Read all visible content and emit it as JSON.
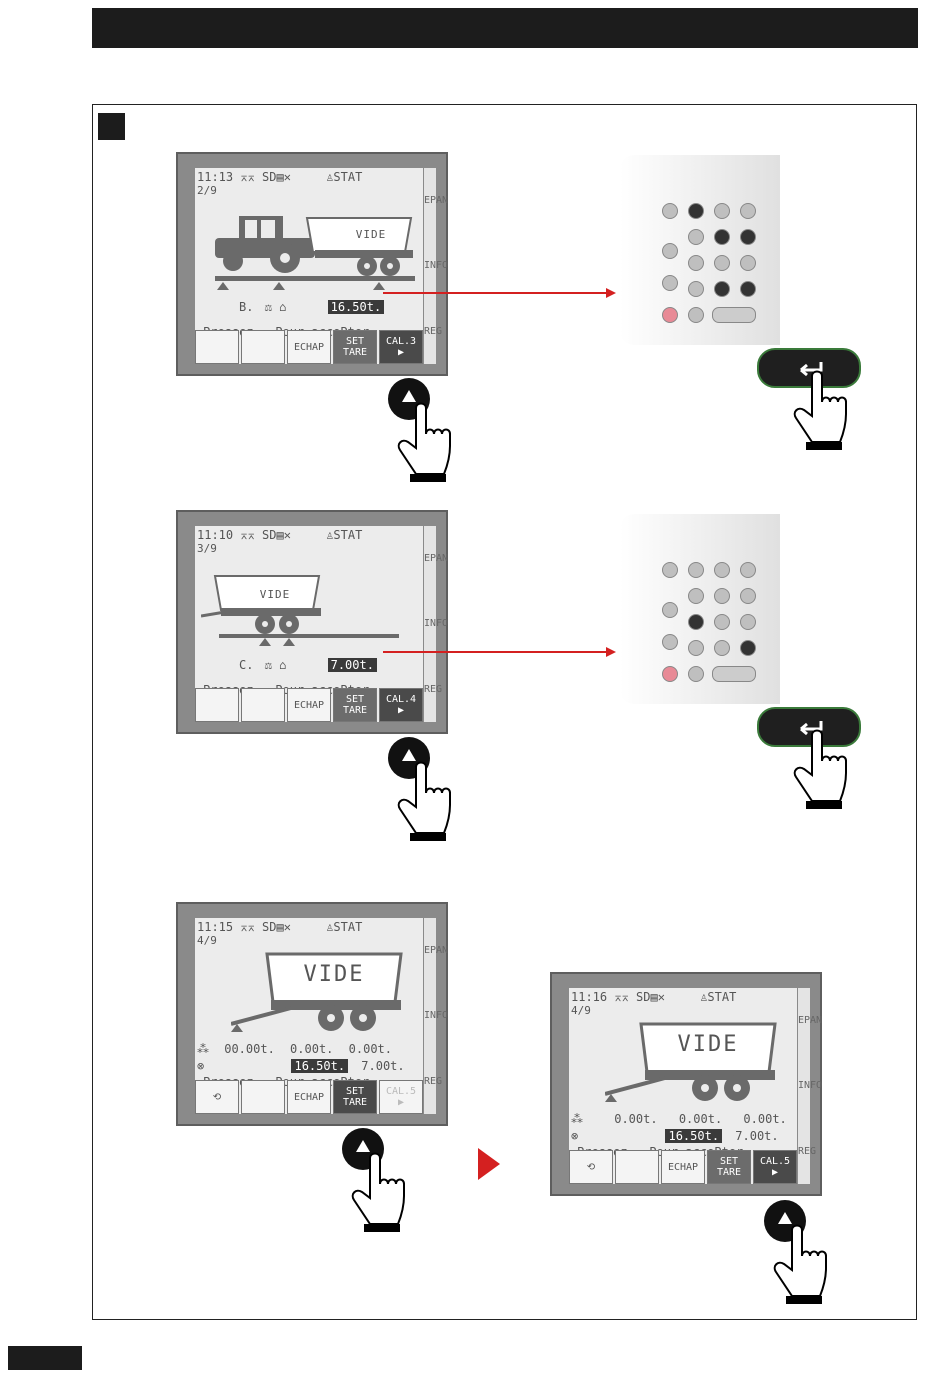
{
  "panels": [
    {
      "time": "11:13",
      "status": "SD",
      "stat": "STAT",
      "step": "2/9",
      "vide": "VIDE",
      "prefix": "B.",
      "value": "16.50t.",
      "prompt": "Pressez ↵ Pour accePter",
      "buttons": [
        "",
        "",
        "ECHAP",
        "SET TARE",
        "CAL.3 ▶"
      ]
    },
    {
      "time": "11:10",
      "status": "SD",
      "stat": "STAT",
      "step": "3/9",
      "vide": "VIDE",
      "prefix": "C.",
      "value": "7.00t.",
      "prompt": "Pressez ↵ Pour accePter",
      "buttons": [
        "",
        "",
        "ECHAP",
        "SET TARE",
        "CAL.4 ▶"
      ]
    },
    {
      "time": "11:15",
      "status": "SD",
      "stat": "STAT",
      "step": "4/9",
      "vide": "VIDE",
      "row1": [
        "00.00t.",
        "0.00t.",
        "0.00t."
      ],
      "row2": [
        "16.50t.",
        "7.00t."
      ],
      "prompt": "Pressez ↵ Pour accePter",
      "buttons": [
        "⟲",
        "",
        "ECHAP",
        "SET TARE",
        "CAL.5 ▶"
      ]
    },
    {
      "time": "11:16",
      "status": "SD",
      "stat": "STAT",
      "step": "4/9",
      "vide": "VIDE",
      "row1": [
        "0.00t.",
        "0.00t.",
        "0.00t."
      ],
      "row2": [
        "16.50t.",
        "7.00t."
      ],
      "prompt": "Pressez ↵ Pour accePter",
      "buttons": [
        "⟲",
        "",
        "ECHAP",
        "SET TARE",
        "CAL.5 ▶"
      ]
    }
  ],
  "side_tabs": [
    "EPAN",
    "INFO",
    "REG"
  ],
  "icons": {
    "up_key": "up-arrow-key-icon",
    "enter_key": "enter-key-icon",
    "hand": "pointing-hand-icon",
    "next": "red-arrow-icon"
  },
  "colors": {
    "accent": "#d42020",
    "dark": "#1c1c1c",
    "lcd_bg": "#ececec"
  }
}
